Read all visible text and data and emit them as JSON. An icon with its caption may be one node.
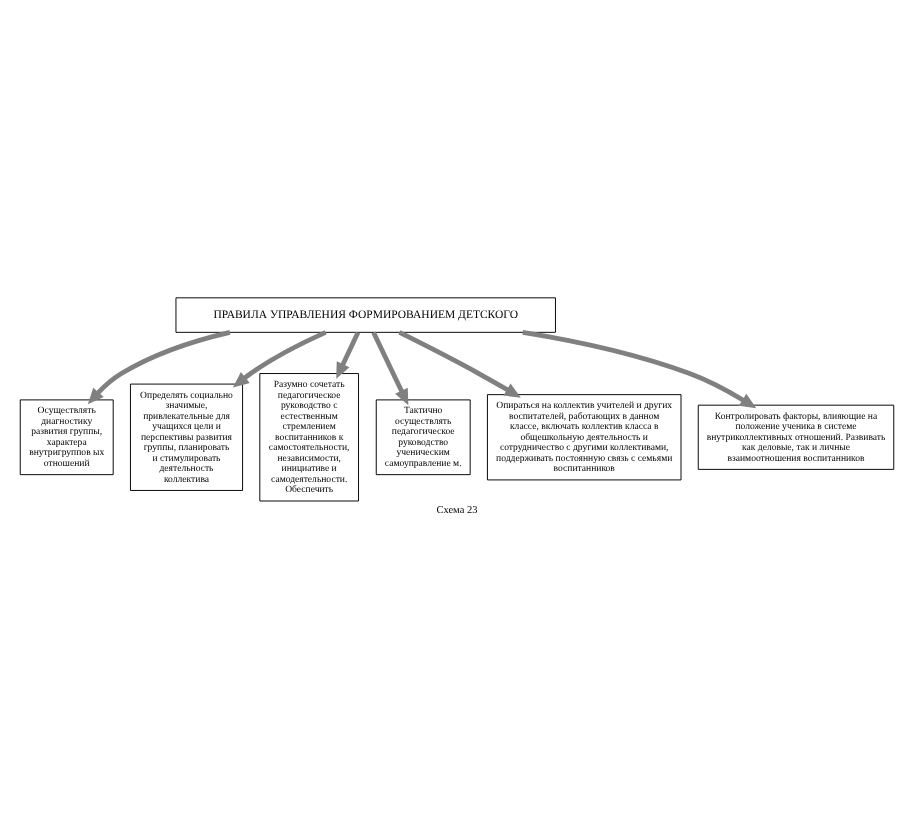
{
  "diagram": {
    "caption": "Схема 23",
    "nodes": [
      {
        "text": [
          "ПРАВИЛА УПРАВЛЕНИЯ ФОРМИРОВАНИЕМ ДЕТСКОГО"
        ]
      },
      {
        "text": [
          "Осуществлять диагностику развития группы, характера внутригруппов ых отношений"
        ]
      },
      {
        "text": [
          "Определять социально значимые, привлекательные для учащихся цели и перспективы развития группы, планировать и стимулировать деятельность коллектива"
        ]
      },
      {
        "text": [
          "Разумно сочетать педагогическое руководство с естественным стремлением воспитанников к самостоятельности, независимости, инициативе и самодеятельности. Обеспечить"
        ]
      },
      {
        "text": [
          "Тактично осуществлять педагогическое руководство ученическим самоуправление м."
        ]
      },
      {
        "text": [
          "Опираться на коллектив учителей и других воспитателей, работающих в данном классе, включать коллектив класса в общешкольную деятельность и сотрудничество с другими коллективами, поддерживать постоянную связь с семьями воспитанников"
        ]
      },
      {
        "text": [
          "Контролировать факторы, влияющие на положение ученика в системе внутриколлективных отношений. Развивать как деловые, так и личные взаимоотношения воспитанников"
        ]
      }
    ],
    "edges": [
      {
        "from": 0,
        "to": 1,
        "arrow": "to"
      },
      {
        "from": 0,
        "to": 5,
        "arrow": "to"
      },
      {
        "from": 0,
        "to": 2,
        "arrow": "to"
      },
      {
        "from": 0,
        "to": 3,
        "arrow": "to"
      },
      {
        "from": 0,
        "to": 6,
        "arrow": "to"
      },
      {
        "from": 0,
        "to": 4,
        "arrow": "to"
      }
    ]
  }
}
